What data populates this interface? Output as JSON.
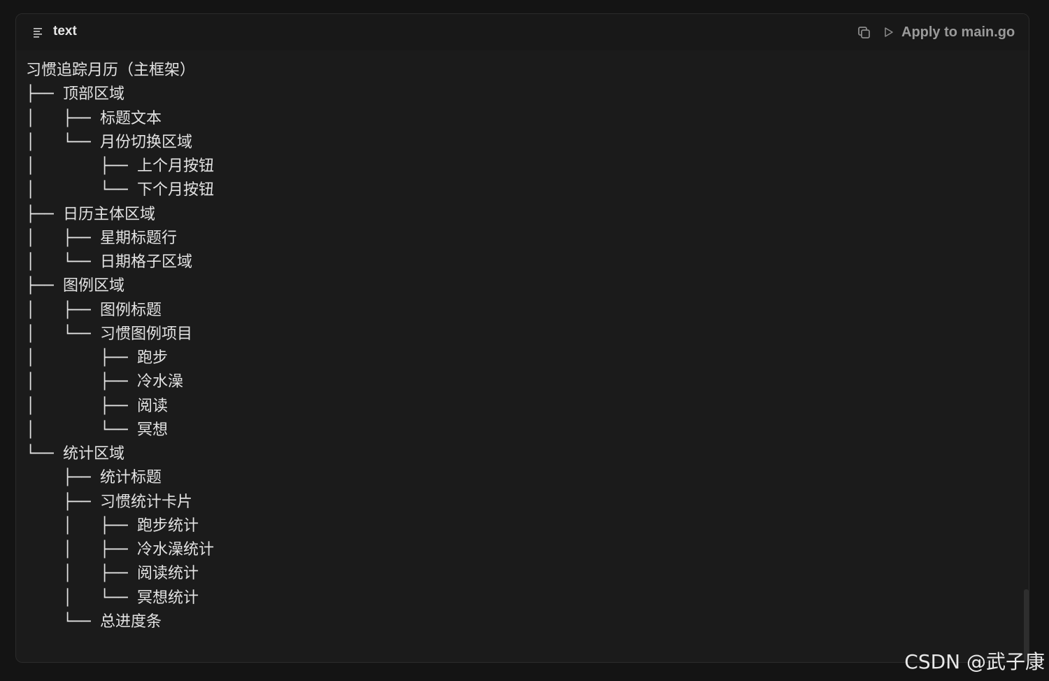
{
  "code_block": {
    "language": "text",
    "copy_icon": "copy-icon",
    "apply_label": "Apply to main.go",
    "lines": [
      "习惯追踪月历（主框架）",
      "├── 顶部区域",
      "│   ├── 标题文本",
      "│   └── 月份切换区域",
      "│       ├── 上个月按钮",
      "│       └── 下个月按钮",
      "├── 日历主体区域",
      "│   ├── 星期标题行",
      "│   └── 日期格子区域",
      "├── 图例区域",
      "│   ├── 图例标题",
      "│   └── 习惯图例项目",
      "│       ├── 跑步",
      "│       ├── 冷水澡",
      "│       ├── 阅读",
      "│       └── 冥想",
      "└── 统计区域",
      "    ├── 统计标题",
      "    ├── 习惯统计卡片",
      "    │   ├── 跑步统计",
      "    │   ├── 冷水澡统计",
      "    │   ├── 阅读统计",
      "    │   └── 冥想统计",
      "    └── 总进度条"
    ]
  },
  "watermark": "CSDN @武子康"
}
